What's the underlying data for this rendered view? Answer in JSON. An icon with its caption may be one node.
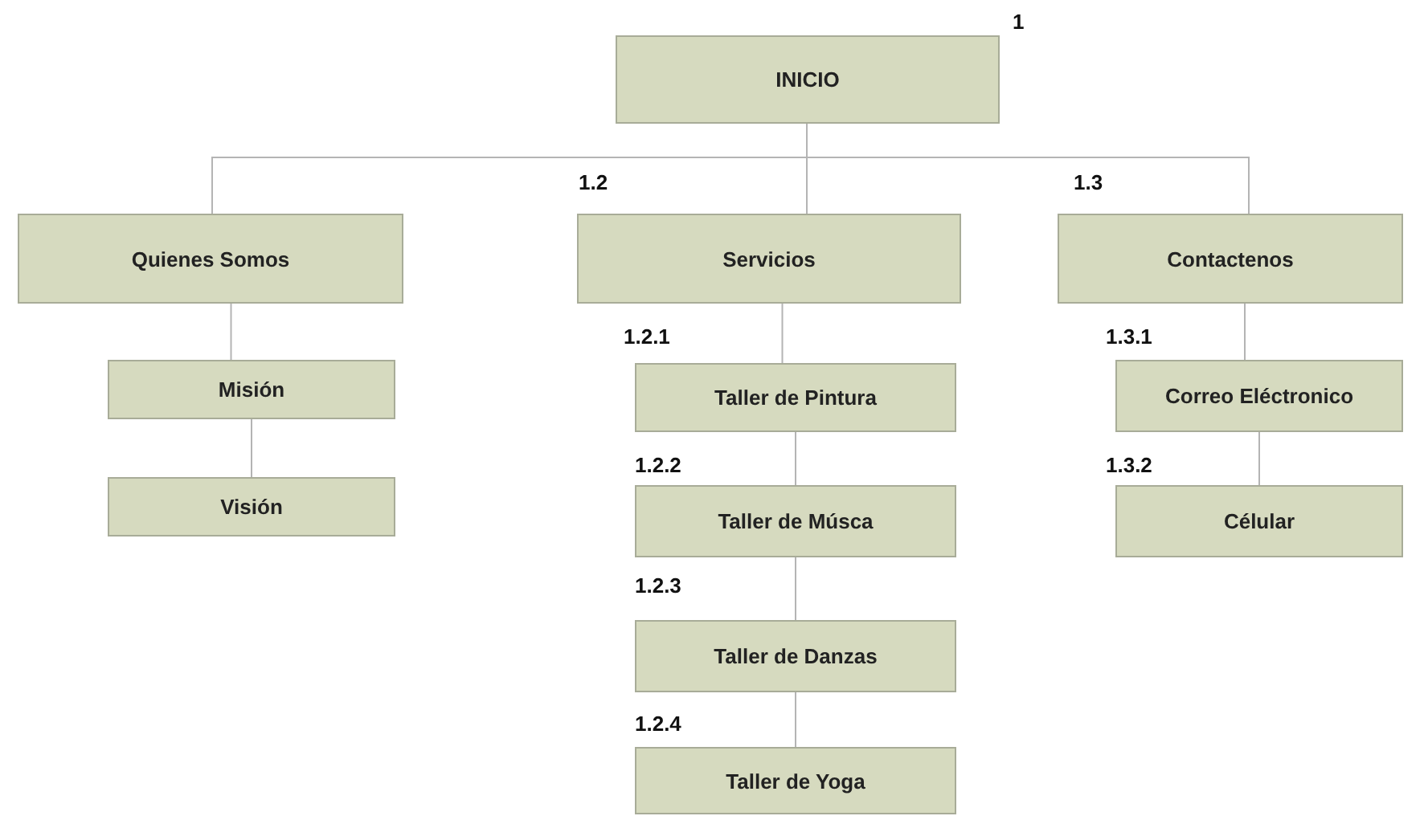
{
  "diagram": {
    "nodes": [
      {
        "text": [
          "INICIO"
        ],
        "beside": [
          "1"
        ]
      },
      {
        "text": [
          "Quienes Somos"
        ]
      },
      {
        "text": [
          "Servicios"
        ],
        "beside": [
          "1.2"
        ]
      },
      {
        "text": [
          "Contactenos"
        ],
        "beside": [
          "1.3"
        ]
      },
      {
        "text": [
          "Misión"
        ]
      },
      {
        "text": [
          "Visión"
        ]
      },
      {
        "text": [
          "Taller de Pintura"
        ],
        "beside": [
          "1.2.1"
        ]
      },
      {
        "text": [
          "Taller de Músca"
        ],
        "beside": [
          "1.2.2"
        ]
      },
      {
        "text": [
          "Taller de Danzas"
        ],
        "beside": [
          "1.2.3"
        ]
      },
      {
        "text": [
          "Taller de Yoga"
        ],
        "beside": [
          "1.2.4"
        ]
      },
      {
        "text": [
          "Correo Eléctronico"
        ],
        "beside": [
          "1.3.1"
        ]
      },
      {
        "text": [
          "Célular"
        ],
        "beside": [
          "1.3.2"
        ]
      }
    ],
    "edges": [
      {
        "from": 0,
        "to": 1,
        "arrow": "none"
      },
      {
        "from": 0,
        "to": 2,
        "arrow": "none"
      },
      {
        "from": 0,
        "to": 3,
        "arrow": "none"
      },
      {
        "from": 1,
        "to": 4,
        "arrow": "none"
      },
      {
        "from": 4,
        "to": 5,
        "arrow": "none"
      },
      {
        "from": 2,
        "to": 6,
        "arrow": "none"
      },
      {
        "from": 6,
        "to": 7,
        "arrow": "none"
      },
      {
        "from": 7,
        "to": 8,
        "arrow": "none"
      },
      {
        "from": 8,
        "to": 9,
        "arrow": "none"
      },
      {
        "from": 3,
        "to": 10,
        "arrow": "none"
      },
      {
        "from": 10,
        "to": 11,
        "arrow": "none"
      }
    ]
  }
}
